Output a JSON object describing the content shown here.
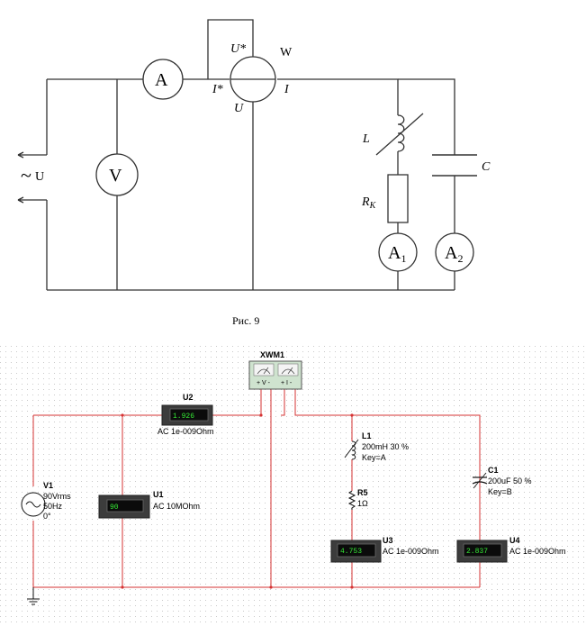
{
  "schematic": {
    "instrument_ammeter": "A",
    "instrument_voltmeter": "V",
    "wattmeter_label": "W",
    "wattmeter_u_star": "U*",
    "wattmeter_i_star": "I*",
    "wattmeter_i": "I",
    "wattmeter_u": "U",
    "source_symbol": "~",
    "source_label": "U",
    "inductor_label": "L",
    "capacitor_label": "C",
    "resistor_label": "R",
    "resistor_sub": "K",
    "ammeter_a1_main": "A",
    "ammeter_a1_sub": "1",
    "ammeter_a2_main": "A",
    "ammeter_a2_sub": "2",
    "caption": "Рис. 9"
  },
  "simulation": {
    "wattmeter": {
      "name": "XWM1",
      "v_label": "+ V -",
      "i_label": "+ I -"
    },
    "source": {
      "name": "V1",
      "voltage": "90Vrms",
      "frequency": "50Hz",
      "phase": "0°"
    },
    "u1": {
      "name": "U1",
      "value": "90",
      "mode": "AC  10MOhm"
    },
    "u2": {
      "name": "U2",
      "value": "1.926",
      "mode": "AC  1e-009Ohm"
    },
    "u3": {
      "name": "U3",
      "value": "4.753",
      "mode": "AC  1e-009Ohm"
    },
    "u4": {
      "name": "U4",
      "value": "2.837",
      "mode": "AC  1e-009Ohm"
    },
    "l1": {
      "name": "L1",
      "value": "200mH   30 %",
      "key": "Key=A"
    },
    "r5": {
      "name": "R5",
      "value": "1Ω"
    },
    "c1": {
      "name": "C1",
      "value": "200uF   50 %",
      "key": "Key=B"
    }
  },
  "colors": {
    "wire_red": "#d63333",
    "display_green": "#35e835",
    "grid_dot": "#c9c9c9"
  }
}
